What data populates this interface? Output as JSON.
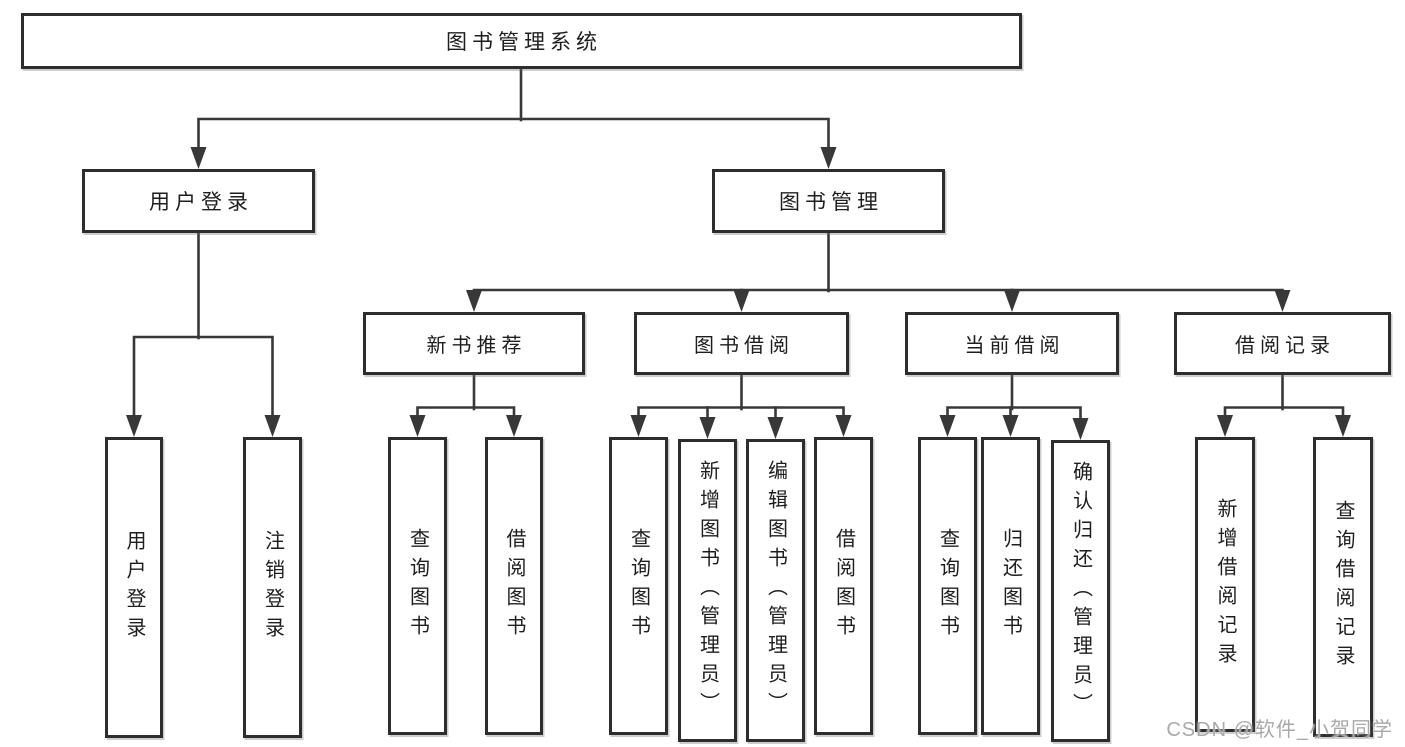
{
  "tree": {
    "root": {
      "label": "图书管理系统"
    },
    "level2": [
      {
        "label": "用户登录",
        "children": [
          {
            "label": "用户登录"
          },
          {
            "label": "注销登录"
          }
        ]
      },
      {
        "label": "图书管理",
        "children": [
          {
            "label": "新书推荐",
            "children": [
              {
                "label": "查询图书"
              },
              {
                "label": "借阅图书"
              }
            ]
          },
          {
            "label": "图书借阅",
            "children": [
              {
                "label": "查询图书"
              },
              {
                "label": "新增图书（管理员）"
              },
              {
                "label": "编辑图书（管理员）"
              },
              {
                "label": "借阅图书"
              }
            ]
          },
          {
            "label": "当前借阅",
            "children": [
              {
                "label": "查询图书"
              },
              {
                "label": "归还图书"
              },
              {
                "label": "确认归还（管理员）"
              }
            ]
          },
          {
            "label": "借阅记录",
            "children": [
              {
                "label": "新增借阅记录"
              },
              {
                "label": "查询借阅记录"
              }
            ]
          }
        ]
      }
    ]
  },
  "watermark": {
    "text": "CSDN @软件_小贺同学"
  },
  "colors": {
    "line": "#383838",
    "border": "#2d2d2d",
    "text": "#1e1e1e",
    "watermark": "#a9a9a9",
    "background": "#ffffff"
  }
}
